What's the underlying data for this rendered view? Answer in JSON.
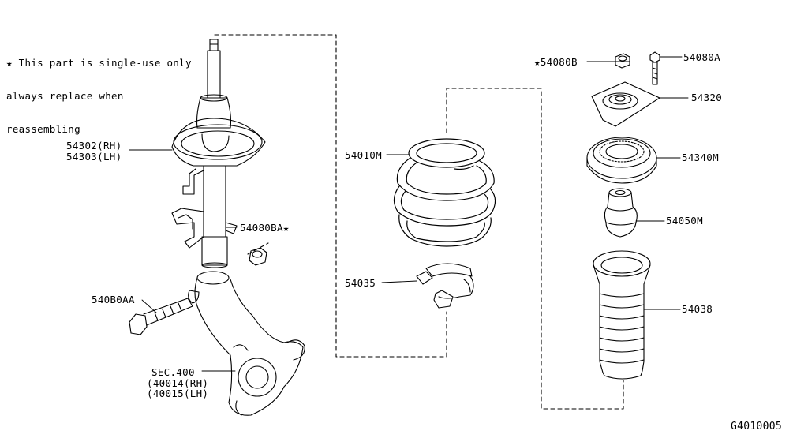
{
  "note": {
    "line1": "★ This part is single-use only",
    "line2": "always replace when",
    "line3": "reassembling"
  },
  "labels": {
    "strut_rh": "54302(RH)",
    "strut_lh": "54303(LH)",
    "nut": "54080BA★",
    "bolt": "540B0AA",
    "knuckle_sec": "SEC.400",
    "knuckle_rh": "(40014(RH)",
    "knuckle_lh": "(40015(LH)",
    "spring": "54010M",
    "seat": "54035",
    "mount_nut": "★54080B",
    "mount_bolt": "54080A",
    "mount": "54320",
    "bearing": "54340M",
    "bumper": "54050M",
    "boot": "54038"
  },
  "drawing_code": "G4010005"
}
